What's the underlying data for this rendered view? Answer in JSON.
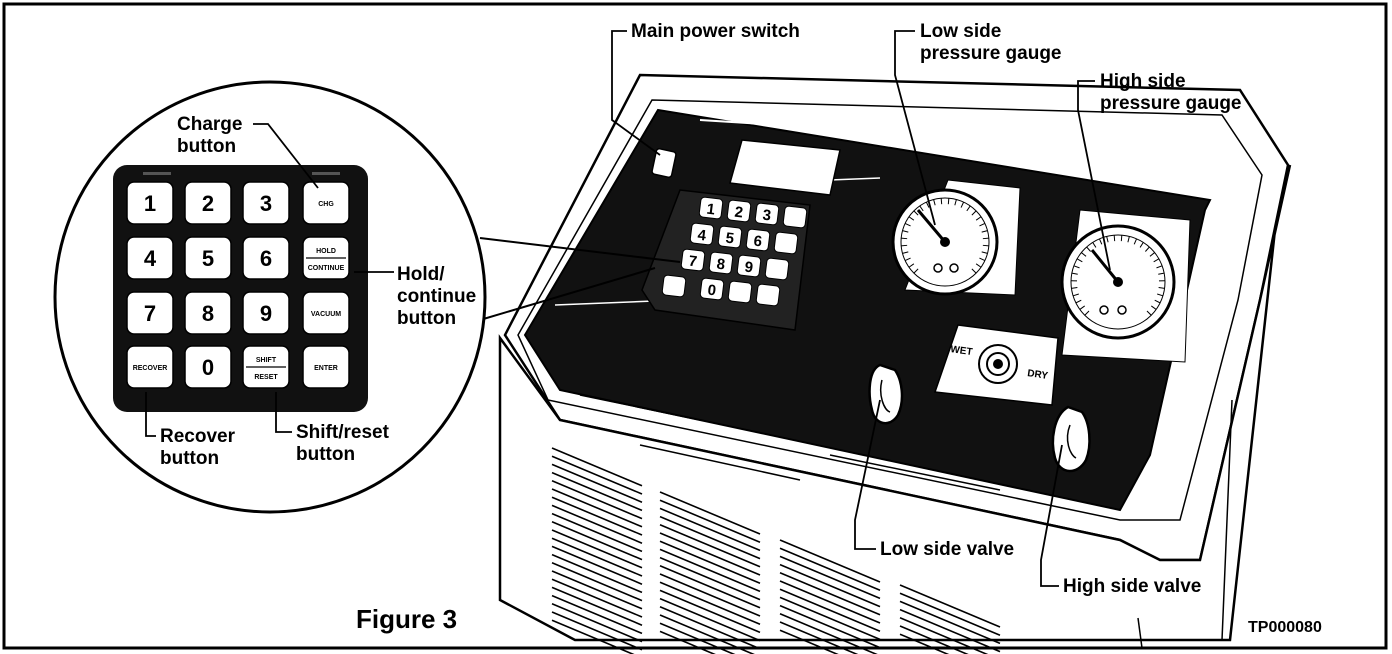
{
  "figure_label": "Figure 3",
  "part_number": "TP000080",
  "callouts": {
    "main_power_switch": "Main power switch",
    "low_side_gauge": [
      "Low side",
      "pressure gauge"
    ],
    "high_side_gauge": [
      "High side",
      "pressure gauge"
    ],
    "charge_button": [
      "Charge",
      "button"
    ],
    "hold_continue_button": [
      "Hold/",
      "continue",
      "button"
    ],
    "recover_button": [
      "Recover",
      "button"
    ],
    "shift_reset_button": [
      "Shift/reset",
      "button"
    ],
    "low_side_valve": "Low side valve",
    "high_side_valve": "High side valve"
  },
  "keypad": {
    "digits": [
      "1",
      "2",
      "3",
      "4",
      "5",
      "6",
      "7",
      "8",
      "9",
      "0"
    ],
    "chg": "CHG",
    "hold": "HOLD",
    "continue": "CONTINUE",
    "vacuum": "VACUUM",
    "recover": "RECOVER",
    "shift": "SHIFT",
    "reset": "RESET",
    "enter": "ENTER"
  },
  "selector": {
    "wet": "WET",
    "dry": "DRY"
  }
}
